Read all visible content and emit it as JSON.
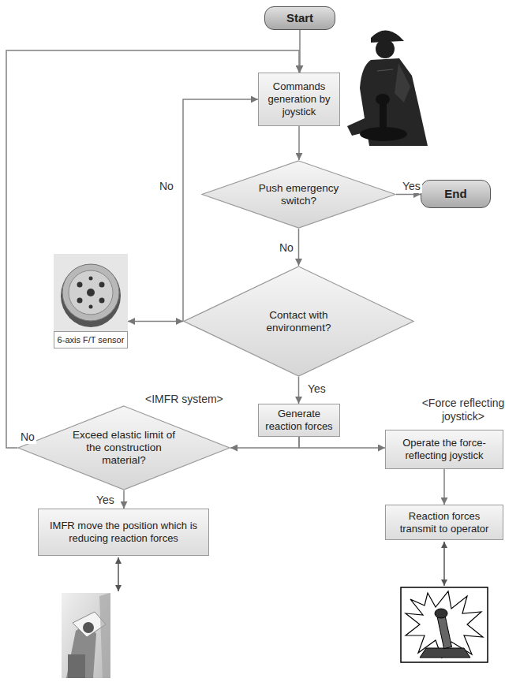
{
  "diagram": {
    "nodes": [
      {
        "text": [
          "Start"
        ]
      },
      {
        "text": [
          "Commands generation by joystick"
        ]
      },
      {
        "text": [
          "Push emergency switch?"
        ]
      },
      {
        "text": [
          "End"
        ]
      },
      {
        "text": [
          "Contact with environment?"
        ]
      },
      {
        "text": [
          "6-axis F/T sensor"
        ]
      },
      {
        "text": [
          "Generate reaction forces"
        ]
      },
      {
        "text": [
          "Exceed elastic limit of the construction material?"
        ]
      },
      {
        "text": [
          "Operate the force-reflecting joystick"
        ]
      },
      {
        "text": [
          "IMFR move the position which is reducing reaction forces"
        ]
      },
      {
        "text": [
          "Reaction forces transmit to operator"
        ]
      }
    ],
    "edges": [
      {
        "from": 0,
        "to": 1,
        "arrow": "to"
      },
      {
        "from": 1,
        "to": 2,
        "arrow": "to"
      },
      {
        "from": 2,
        "to": 3,
        "label": "Yes",
        "arrow": "to"
      },
      {
        "from": 2,
        "to": 4,
        "label": "No",
        "arrow": "to"
      },
      {
        "from": 4,
        "to": 1,
        "label": "No",
        "arrow": "to"
      },
      {
        "from": 4,
        "to": 6,
        "label": "Yes",
        "arrow": "to"
      },
      {
        "from": 4,
        "to": 5,
        "arrow": "both"
      },
      {
        "from": 6,
        "to": 7,
        "arrow": "to"
      },
      {
        "from": 6,
        "to": 8,
        "arrow": "to"
      },
      {
        "from": 7,
        "to": 1,
        "label": "No",
        "arrow": "to"
      },
      {
        "from": 7,
        "to": 9,
        "label": "Yes",
        "arrow": "to"
      },
      {
        "from": 8,
        "to": 10,
        "arrow": "to"
      }
    ],
    "labels": [
      "<IMFR system>",
      "<Force reflecting joystick>"
    ]
  }
}
